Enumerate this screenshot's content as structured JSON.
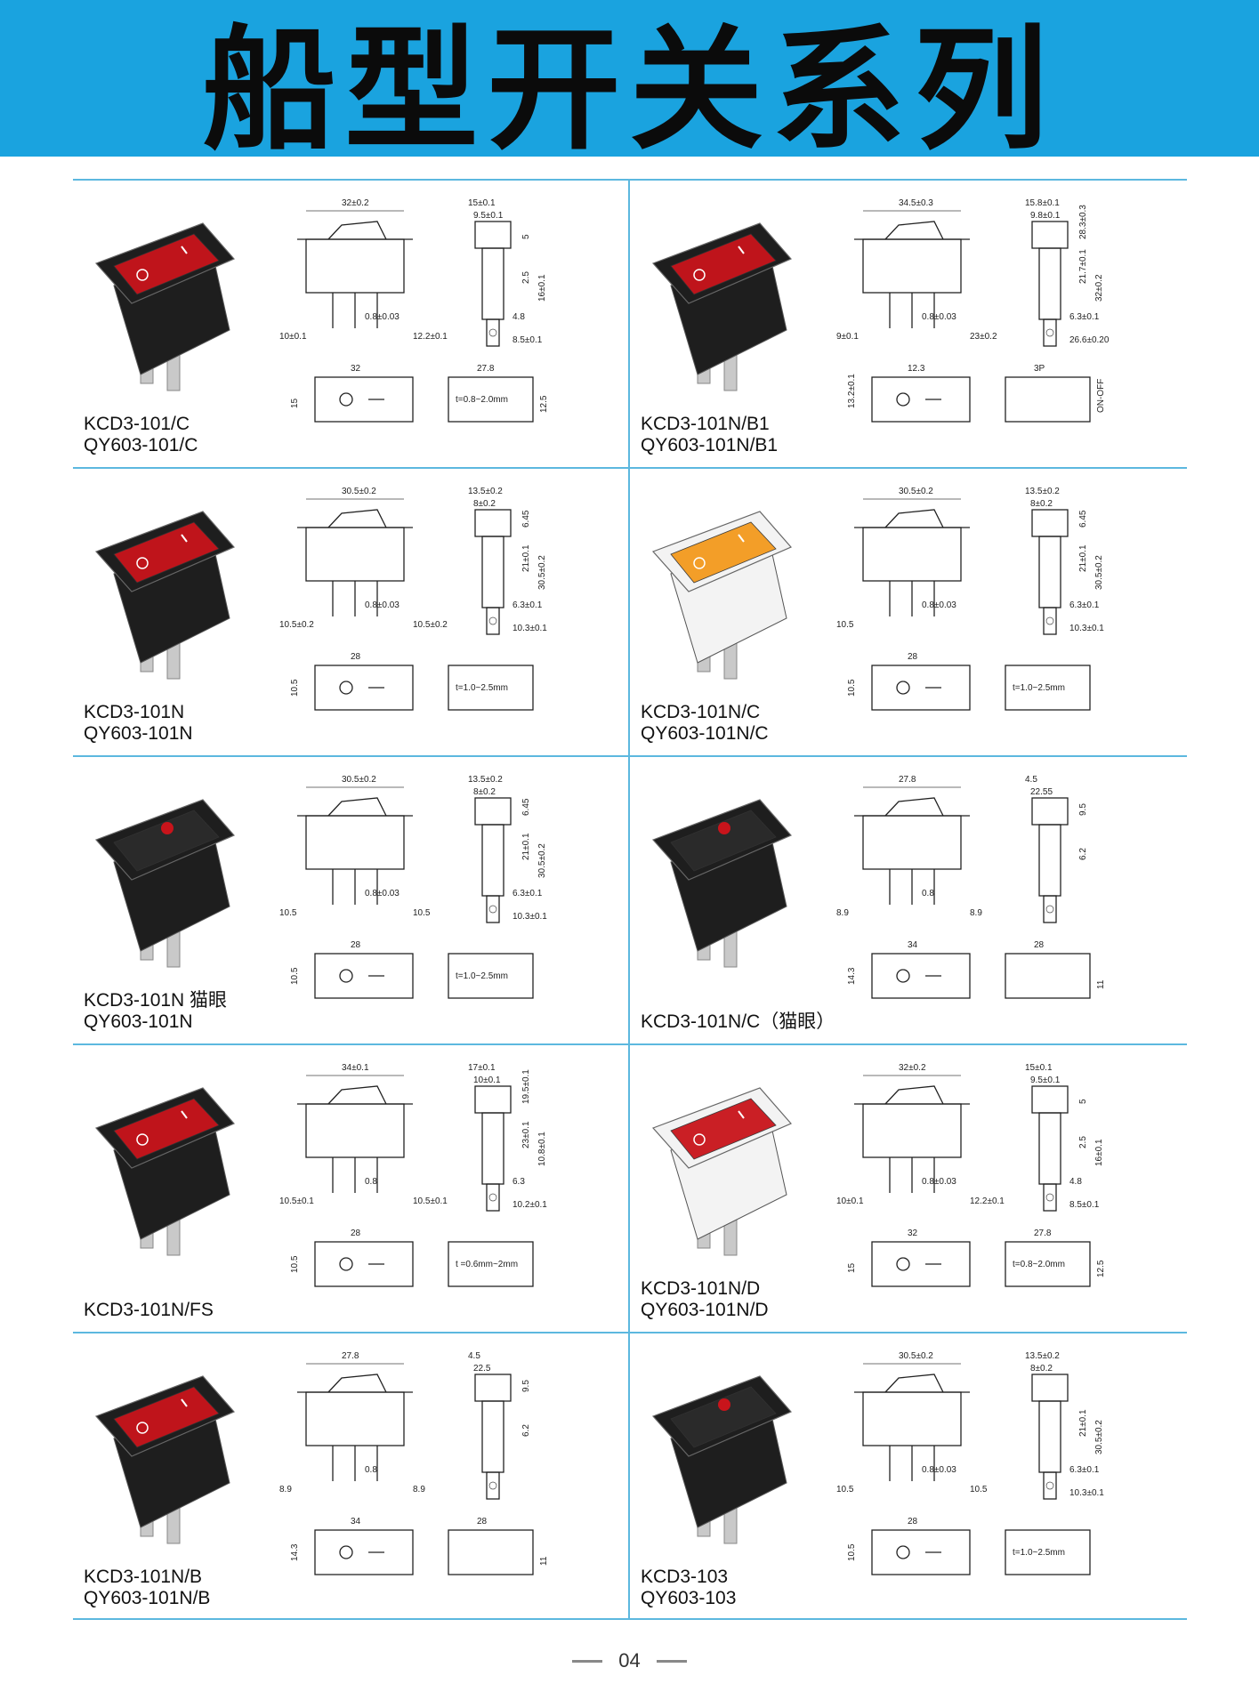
{
  "header": {
    "title": "船型开关系列",
    "background": "#1aa3df"
  },
  "footer": {
    "page_number": "04"
  },
  "colors": {
    "accent": "#5cb8df",
    "rocker_red": "#c8141b",
    "rocker_orange": "#f39a1e",
    "housing_black": "#1e1e1e",
    "housing_white": "#f3f3f3"
  },
  "products": [
    {
      "id": "p1",
      "lines": [
        "KCD3-101/C",
        "QY603-101/C"
      ],
      "housing": "black",
      "rocker": "red",
      "dims": {
        "w": "32±0.2",
        "side": "15±0.1",
        "side2": "9.5±0.1",
        "h1": "5",
        "h2": "2.5",
        "h3": "16±0.1",
        "pin": "0.8±0.03",
        "pitch": "10±0.1",
        "pitch2": "12.2±0.1",
        "tab": "4.8",
        "leg": "8.5±0.1",
        "cut_w": "32",
        "cut_h": "15",
        "cut2_w": "27.8",
        "cut2_h": "12.5",
        "thickness": "t=0.8~2.0mm"
      }
    },
    {
      "id": "p2",
      "lines": [
        "KCD3-101N/B1",
        "QY603-101N/B1"
      ],
      "housing": "black",
      "rocker": "red",
      "dims": {
        "w": "34.5±0.3",
        "side": "15.8±0.1",
        "side2": "9.8±0.1",
        "h1": "28.3±0.3",
        "h2": "21.7±0.1",
        "h3": "32±0.2",
        "pin": "0.8±0.03",
        "pitch": "9±0.1",
        "pitch2": "23±0.2",
        "tab": "6.3±0.1",
        "leg": "26.6±0.20",
        "cut_w": "12.3",
        "cut_h": "13.2±0.1",
        "cut2_w": "3P",
        "cut2_h": "ON-OFF",
        "thickness": ""
      }
    },
    {
      "id": "p3",
      "lines": [
        "KCD3-101N",
        "QY603-101N"
      ],
      "housing": "black",
      "rocker": "red",
      "dims": {
        "w": "30.5±0.2",
        "side": "13.5±0.2",
        "side2": "8±0.2",
        "h1": "6.45",
        "h2": "21±0.1",
        "h3": "30.5±0.2",
        "pin": "0.8±0.03",
        "pitch": "10.5±0.2",
        "pitch2": "10.5±0.2",
        "tab": "6.3±0.1",
        "leg": "10.3±0.1",
        "cut_w": "28",
        "cut_h": "10.5",
        "cut2_w": "",
        "cut2_h": "",
        "thickness": "t=1.0~2.5mm"
      }
    },
    {
      "id": "p4",
      "lines": [
        "KCD3-101N/C",
        "QY603-101N/C"
      ],
      "housing": "white",
      "rocker": "orange",
      "dims": {
        "w": "30.5±0.2",
        "side": "13.5±0.2",
        "side2": "8±0.2",
        "h1": "6.45",
        "h2": "21±0.1",
        "h3": "30.5±0.2",
        "pin": "0.8±0.03",
        "pitch": "10.5",
        "pitch2": "",
        "tab": "6.3±0.1",
        "leg": "10.3±0.1",
        "cut_w": "28",
        "cut_h": "10.5",
        "cut2_w": "",
        "cut2_h": "",
        "thickness": "t=1.0~2.5mm"
      }
    },
    {
      "id": "p5",
      "lines": [
        "KCD3-101N 猫眼",
        "QY603-101N"
      ],
      "housing": "black",
      "rocker": "black",
      "dims": {
        "w": "30.5±0.2",
        "side": "13.5±0.2",
        "side2": "8±0.2",
        "h1": "6.45",
        "h2": "21±0.1",
        "h3": "30.5±0.2",
        "pin": "0.8±0.03",
        "pitch": "10.5",
        "pitch2": "10.5",
        "tab": "6.3±0.1",
        "leg": "10.3±0.1",
        "cut_w": "28",
        "cut_h": "10.5",
        "cut2_w": "",
        "cut2_h": "",
        "thickness": "t=1.0~2.5mm"
      }
    },
    {
      "id": "p6",
      "lines": [
        "KCD3-101N/C（猫眼）"
      ],
      "housing": "black",
      "rocker": "black",
      "dims": {
        "w": "27.8",
        "side": "4.5",
        "side2": "22.55",
        "h1": "9.5",
        "h2": "6.2",
        "h3": "",
        "pin": "0.8",
        "pitch": "8.9",
        "pitch2": "8.9",
        "tab": "",
        "leg": "",
        "cut_w": "34",
        "cut_h": "14.3",
        "cut2_w": "28",
        "cut2_h": "11",
        "thickness": ""
      }
    },
    {
      "id": "p7",
      "lines": [
        "KCD3-101N/FS"
      ],
      "housing": "black",
      "rocker": "red",
      "dims": {
        "w": "34±0.1",
        "side": "17±0.1",
        "side2": "10±0.1",
        "h1": "19.5±0.1",
        "h2": "23±0.1",
        "h3": "10.8±0.1",
        "pin": "0.8",
        "pitch": "10.5±0.1",
        "pitch2": "10.5±0.1",
        "tab": "6.3",
        "leg": "10.2±0.1",
        "cut_w": "28",
        "cut_h": "10.5",
        "cut2_w": "",
        "cut2_h": "",
        "thickness": "t =0.6mm~2mm"
      }
    },
    {
      "id": "p8",
      "lines": [
        "KCD3-101N/D",
        "QY603-101N/D"
      ],
      "housing": "white",
      "rocker": "red",
      "dims": {
        "w": "32±0.2",
        "side": "15±0.1",
        "side2": "9.5±0.1",
        "h1": "5",
        "h2": "2.5",
        "h3": "16±0.1",
        "pin": "0.8±0.03",
        "pitch": "10±0.1",
        "pitch2": "12.2±0.1",
        "tab": "4.8",
        "leg": "8.5±0.1",
        "cut_w": "32",
        "cut_h": "15",
        "cut2_w": "27.8",
        "cut2_h": "12.5",
        "thickness": "t=0.8~2.0mm"
      }
    },
    {
      "id": "p9",
      "lines": [
        "KCD3-101N/B",
        "QY603-101N/B"
      ],
      "housing": "black",
      "rocker": "red",
      "dims": {
        "w": "27.8",
        "side": "4.5",
        "side2": "22.5",
        "h1": "9.5",
        "h2": "6.2",
        "h3": "",
        "pin": "0.8",
        "pitch": "8.9",
        "pitch2": "8.9",
        "tab": "",
        "leg": "",
        "cut_w": "34",
        "cut_h": "14.3",
        "cut2_w": "28",
        "cut2_h": "11",
        "thickness": ""
      }
    },
    {
      "id": "p10",
      "lines": [
        "KCD3-103",
        "QY603-103"
      ],
      "housing": "black",
      "rocker": "black",
      "dims": {
        "w": "30.5±0.2",
        "side": "13.5±0.2",
        "side2": "8±0.2",
        "h1": "",
        "h2": "21±0.1",
        "h3": "30.5±0.2",
        "pin": "0.8±0.03",
        "pitch": "10.5",
        "pitch2": "10.5",
        "tab": "6.3±0.1",
        "leg": "10.3±0.1",
        "cut_w": "28",
        "cut_h": "10.5",
        "cut2_w": "",
        "cut2_h": "",
        "thickness": "t=1.0~2.5mm"
      }
    }
  ]
}
